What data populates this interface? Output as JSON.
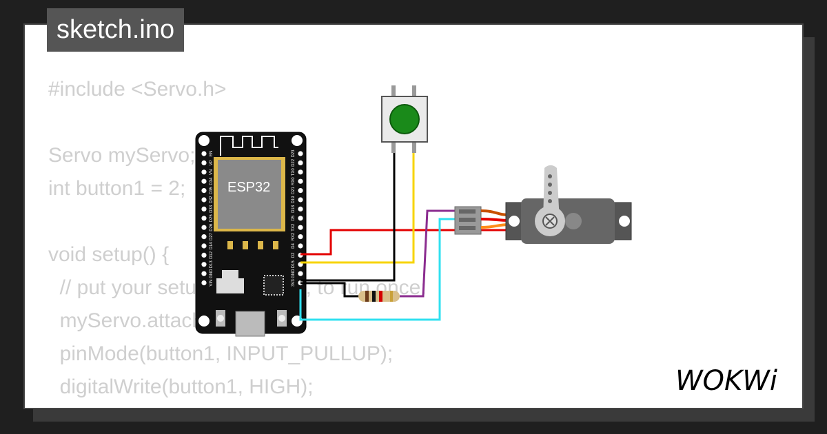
{
  "file_tab": {
    "name": "sketch.ino"
  },
  "code_lines": [
    "#include <Servo.h>",
    "",
    "Servo myServo;",
    "int button1 = 2;",
    "",
    "void setup() {",
    "  // put your setup code here, to run once:",
    "  myServo.attach(4);",
    "  pinMode(button1, INPUT_PULLUP);",
    "  digitalWrite(button1, HIGH);",
    "}"
  ],
  "board": {
    "label": "ESP32",
    "left_pins": [
      "EN",
      "VP",
      "VN",
      "D34",
      "D35",
      "D32",
      "D33",
      "D25",
      "D26",
      "D27",
      "D14",
      "D12",
      "D13",
      "GND",
      "VIN"
    ],
    "right_pins": [
      "D23",
      "D22",
      "TX0",
      "RX0",
      "D21",
      "D19",
      "D18",
      "D5",
      "TX2",
      "RX2",
      "D4",
      "D2",
      "D15",
      "GND",
      "3V3"
    ]
  },
  "wires": {
    "power": "#e30000",
    "signal": "#f7d400",
    "ground": "#000000",
    "servo_signal": "#8b2c8f",
    "servo_power": "#2fe0f0"
  },
  "components": {
    "button_color": "#1a8a1a",
    "servo_body_color": "#666666"
  },
  "logo": {
    "text": "WOKWi"
  }
}
